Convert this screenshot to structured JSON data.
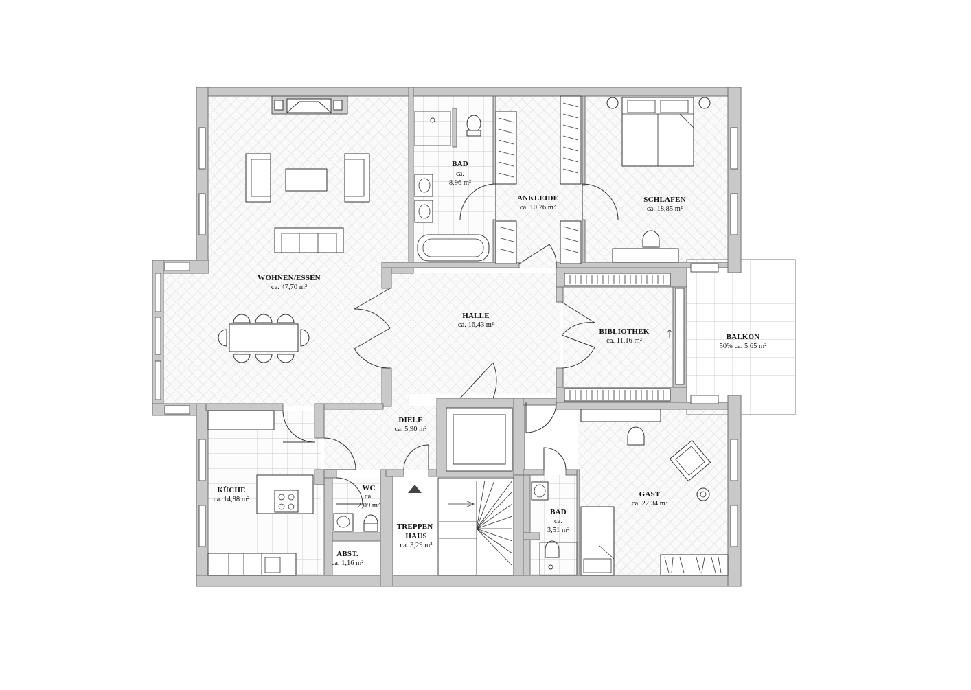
{
  "rooms": {
    "wohnen": {
      "name": "WOHNEN/ESSEN",
      "area": "ca. 47,70 m²"
    },
    "bad_top": {
      "name": "BAD",
      "area_line1": "ca.",
      "area_line2": "8,96 m²"
    },
    "ankleide": {
      "name": "ANKLEIDE",
      "area": "ca. 10,76 m²"
    },
    "schlafen": {
      "name": "SCHLAFEN",
      "area": "ca. 18,85 m²"
    },
    "halle": {
      "name": "HALLE",
      "area": "ca. 16,43 m²"
    },
    "bibliothek": {
      "name": "BIBLIOTHEK",
      "area": "ca. 11,16 m²"
    },
    "balkon": {
      "name": "BALKON",
      "area": "50% ca. 5,65 m²"
    },
    "diele": {
      "name": "DIELE",
      "area": "ca. 5,90 m²"
    },
    "kueche": {
      "name": "KÜCHE",
      "area": "ca. 14,88 m²"
    },
    "wc": {
      "name": "WC",
      "area_line1": "ca.",
      "area_line2": "2,09 m²"
    },
    "treppenhaus": {
      "name_line1": "TREPPEN-",
      "name_line2": "HAUS",
      "area": "ca. 3,29 m²"
    },
    "bad_small": {
      "name": "BAD",
      "area_line1": "ca.",
      "area_line2": "3,51 m²"
    },
    "gast": {
      "name": "GAST",
      "area": "ca. 22,34 m²"
    },
    "abst": {
      "name": "ABST.",
      "area": "ca. 1,16 m²"
    }
  },
  "colors": {
    "wall_fill": "#c9c9c9",
    "wall_stroke": "#6f6f6f",
    "floor_pattern": "#e2e2e2",
    "line": "#333333"
  }
}
